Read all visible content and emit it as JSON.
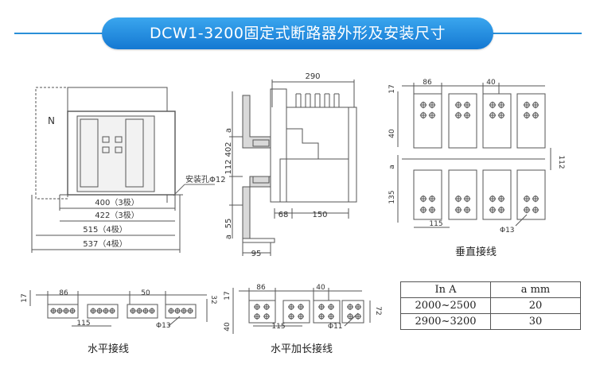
{
  "title": "DCW1-3200固定式断路器外形及安装尺寸",
  "front": {
    "label_n": "N",
    "hole_label": "安装孔Φ12",
    "dims": [
      "400（3极）",
      "422（3极）",
      "515（4极）",
      "537（4极）"
    ]
  },
  "side": {
    "dims": {
      "w290": "290",
      "h402": "402",
      "h112": "112",
      "h55": "55",
      "a1": "a",
      "a2": "a",
      "w68": "68",
      "w150": "150",
      "w95": "95"
    }
  },
  "vertical": {
    "caption": "垂直接线",
    "dims": {
      "d17": "17",
      "d86": "86",
      "d40top": "40",
      "d40side": "40",
      "d112": "112",
      "a": "a",
      "d135": "135",
      "d115": "115",
      "phi": "Φ13"
    }
  },
  "horizontal": {
    "caption": "水平接线",
    "dims": {
      "d17": "17",
      "d86": "86",
      "d50": "50",
      "d32": "32",
      "d115": "115",
      "phi": "Φ13"
    }
  },
  "extended": {
    "caption": "水平加长接线",
    "dims": {
      "d17": "17",
      "d86": "86",
      "d40top": "40",
      "d72": "72",
      "d40side": "40",
      "d115": "115",
      "phi": "Φ11"
    }
  },
  "spec_table": {
    "headers": [
      "In  A",
      "a  mm"
    ],
    "rows": [
      [
        "2000~2500",
        "20"
      ],
      [
        "2900~3200",
        "30"
      ]
    ]
  }
}
